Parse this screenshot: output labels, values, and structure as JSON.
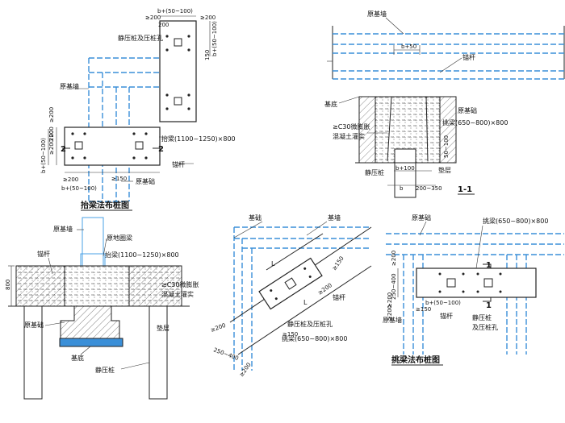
{
  "plan_top_left": {
    "title": "抬梁法布桩图",
    "labels": {
      "b_plus_top": "b+(50~100)",
      "ge200_a": "≥200",
      "ge200_b": "≥200",
      "d200": "200",
      "d150": "150",
      "b_plus_right": "b+(50~100)",
      "static_pile": "静压桩及压桩孔",
      "orig_wall": "原基墙",
      "lift_beam": "抬梁(1100~1250)×800",
      "anchor": "锚杆",
      "orig_found": "原基础",
      "ge200_c": "≥200",
      "b_plus_left": "b+(50~100)",
      "d200_left": "200",
      "d200_left2": "≥200 200",
      "ge150": "≥150",
      "b_plus_bottom": "b+(50~100)",
      "sec2_left": "2",
      "sec2_right": "2"
    }
  },
  "section_1_1": {
    "title": "1-1",
    "labels": {
      "orig_wall": "原基墙",
      "b_plus50": "b+50",
      "anchor": "锚杆",
      "base": "基底",
      "orig_found": "原基础",
      "pick_beam": "挑梁(650~800)×800",
      "c30_line1": "≥C30微膨胀",
      "c30_line2": "混凝土灌实",
      "dim_50_100": "50~100",
      "static_pile": "静压桩",
      "b_plus100": "b+100",
      "cushion": "垫层",
      "b": "b",
      "d200_350": "200~350"
    }
  },
  "section_2_2": {
    "labels": {
      "orig_wall": "原基墙",
      "ring_beam": "原地圈梁",
      "anchor": "锚杆",
      "lift_beam": "抬梁(1100~1250)×800",
      "h800": "800",
      "c30_line1": "≥C30微膨胀",
      "c30_line2": "混凝土灌实",
      "orig_found": "原基础",
      "cushion": "垫层",
      "base": "基底",
      "static_pile": "静压桩"
    }
  },
  "plan_corner": {
    "labels": {
      "found": "基础",
      "wall": "基墙",
      "ge150": "≥150",
      "ge200": "≥200",
      "anchor": "锚杆",
      "pile": "静压桩及压桩孔",
      "beam": "挑梁(650~800)×800",
      "ge150b": "≥150",
      "ge200b": "≥200",
      "d250_400": "250~400",
      "ge200c": "≥200",
      "L": "L",
      "L2": "L"
    }
  },
  "plan_right": {
    "title": "挑梁法布桩图",
    "labels": {
      "orig_found": "原基础",
      "beam": "挑梁(650~800)×800",
      "sec1_top": "1",
      "sec1_bottom": "1",
      "ge200": "≥200",
      "d250_400": "250~400",
      "ge200b": "≥200",
      "b_plus": "b+(50~100)",
      "ge150": "≥150",
      "ge200c": "≥200",
      "orig_wall": "原基墙",
      "anchor": "锚杆",
      "pile": "静压桩",
      "pile_hole": "及压桩孔"
    }
  }
}
